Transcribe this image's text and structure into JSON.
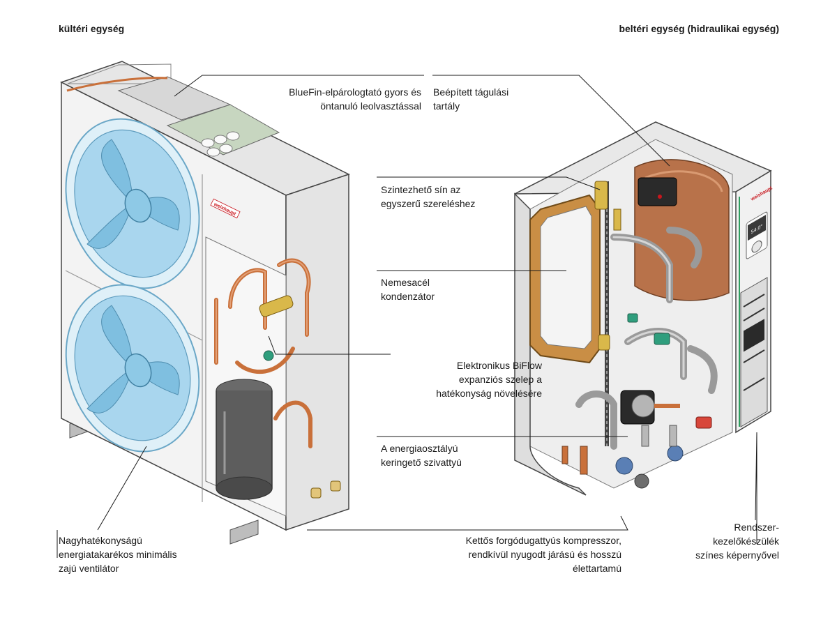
{
  "headers": {
    "outdoor": "kültéri egység",
    "indoor": "beltéri egység (hidraulikai egység)"
  },
  "brand": "weishaupt",
  "display_value": "54.0°",
  "labels": {
    "bluefin": "BlueFin-elpárologtató gyors és\nöntanuló leolvasztással",
    "expansion_tank": "Beépített tágulási\ntartály",
    "rail": "Szintezhető sín az\negyszerű szereléshez",
    "condenser": "Nemesacél\nkondenzátor",
    "biflow": "Elektronikus BiFlow\nexpanziós szelep a\nhatékonyság növelésére",
    "pump": "A energiaosztályú\nkeringető szivattyú",
    "fan": "Nagyhatékonyságú\nenergiatakarékos minimális\nzajú ventilátor",
    "compressor": "Kettős forgódugattyús kompresszor,\nrendkívül nyugodt járású és hosszú\nélettartamú",
    "controller": "Rendszer-\nkezelőkészülék\nszínes képernyővel"
  },
  "colors": {
    "brand_red": "#c8161d",
    "copper": "#c9703a",
    "fan_blue": "#9fd0ea",
    "casing": "#f2f2f2",
    "tank": "#b8724a"
  }
}
